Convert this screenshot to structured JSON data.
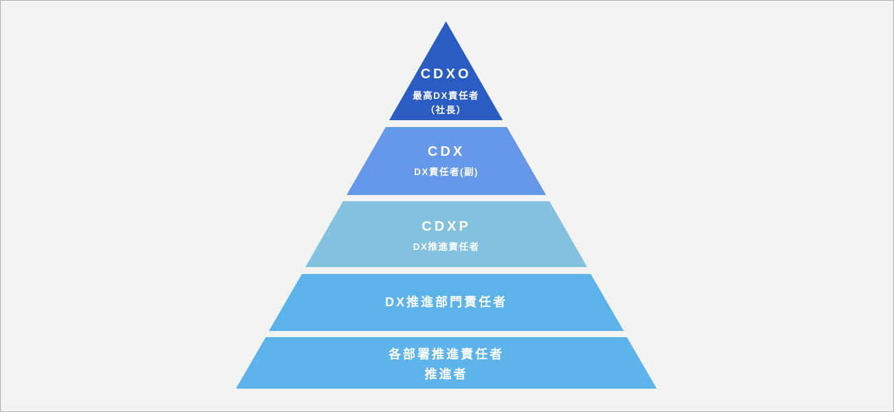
{
  "canvas": {
    "background_color": "#f3f3f2",
    "border_color": "#b0adad",
    "text_color": "#ffffff"
  },
  "pyramid": {
    "levels": [
      {
        "key": "cdxo",
        "heading": "CDXO",
        "line1": "最高DX責任者",
        "line2": "（社長）",
        "color": "#2a5cc4"
      },
      {
        "key": "cdx",
        "heading": "CDX",
        "line1": "DX責任者(副)",
        "color": "#6598e9"
      },
      {
        "key": "cdxp",
        "heading": "CDXP",
        "line1": "DX推進責任者",
        "color": "#82c2de"
      },
      {
        "key": "dx-promotion-division-head",
        "line1": "DX推進部門責任者",
        "color": "#5bb3ea"
      },
      {
        "key": "department-promotion-heads",
        "line1": "各部署推進責任者",
        "line2": "推進者",
        "color": "#5cb4eb"
      }
    ]
  }
}
